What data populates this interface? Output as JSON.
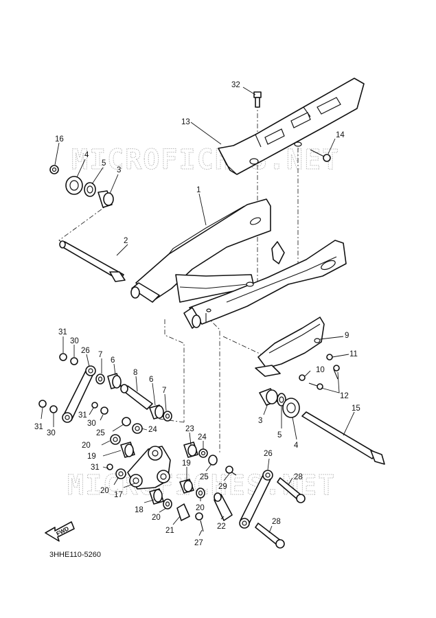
{
  "diagram": {
    "code": "3HHE110-5260",
    "watermark": "MICROFICHES.NET",
    "fwd_label": "FWD",
    "callouts": [
      {
        "id": "c32",
        "text": "32"
      },
      {
        "id": "c13",
        "text": "13"
      },
      {
        "id": "c14",
        "text": "14"
      },
      {
        "id": "c16",
        "text": "16"
      },
      {
        "id": "c4a",
        "text": "4"
      },
      {
        "id": "c5a",
        "text": "5"
      },
      {
        "id": "c3a",
        "text": "3"
      },
      {
        "id": "c1",
        "text": "1"
      },
      {
        "id": "c2",
        "text": "2"
      },
      {
        "id": "c9",
        "text": "9"
      },
      {
        "id": "c11",
        "text": "11"
      },
      {
        "id": "c10",
        "text": "10"
      },
      {
        "id": "c12",
        "text": "12"
      },
      {
        "id": "c3b",
        "text": "3"
      },
      {
        "id": "c5b",
        "text": "5"
      },
      {
        "id": "c4b",
        "text": "4"
      },
      {
        "id": "c15",
        "text": "15"
      },
      {
        "id": "c31a",
        "text": "31"
      },
      {
        "id": "c30a",
        "text": "30"
      },
      {
        "id": "c26a",
        "text": "26"
      },
      {
        "id": "c7a",
        "text": "7"
      },
      {
        "id": "c6a",
        "text": "6"
      },
      {
        "id": "c8",
        "text": "8"
      },
      {
        "id": "c6b",
        "text": "6"
      },
      {
        "id": "c7b",
        "text": "7"
      },
      {
        "id": "c31b",
        "text": "31"
      },
      {
        "id": "c30b",
        "text": "30"
      },
      {
        "id": "c31c",
        "text": "31"
      },
      {
        "id": "c30c",
        "text": "30"
      },
      {
        "id": "c25a",
        "text": "25"
      },
      {
        "id": "c24a",
        "text": "24"
      },
      {
        "id": "c20a",
        "text": "20"
      },
      {
        "id": "c19a",
        "text": "19"
      },
      {
        "id": "c23",
        "text": "23"
      },
      {
        "id": "c24b",
        "text": "24"
      },
      {
        "id": "c25b",
        "text": "25"
      },
      {
        "id": "c31d",
        "text": "31"
      },
      {
        "id": "c20b",
        "text": "20"
      },
      {
        "id": "c17",
        "text": "17"
      },
      {
        "id": "c19b",
        "text": "19"
      },
      {
        "id": "c18",
        "text": "18"
      },
      {
        "id": "c20c",
        "text": "20"
      },
      {
        "id": "c20d",
        "text": "20"
      },
      {
        "id": "c21",
        "text": "21"
      },
      {
        "id": "c22",
        "text": "22"
      },
      {
        "id": "c27",
        "text": "27"
      },
      {
        "id": "c29",
        "text": "29"
      },
      {
        "id": "c26b",
        "text": "26"
      },
      {
        "id": "c28a",
        "text": "28"
      },
      {
        "id": "c28b",
        "text": "28"
      }
    ]
  }
}
